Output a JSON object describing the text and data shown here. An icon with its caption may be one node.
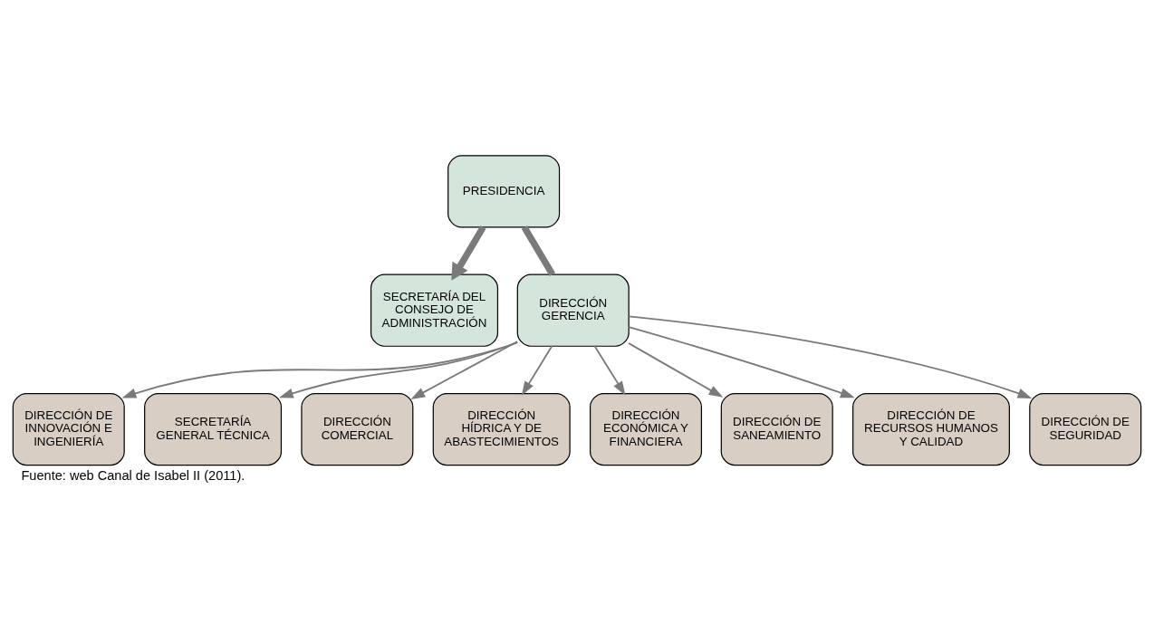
{
  "diagram": {
    "caption": "Fuente: web Canal de Isabel II (2011).",
    "nodes": [
      {
        "text": [
          "PRESIDENCIA"
        ]
      },
      {
        "text": [
          "SECRETARÍA DEL CONSEJO DE ADMINISTRACIÓN"
        ]
      },
      {
        "text": [
          "DIRECCIÓN GERENCIA"
        ]
      },
      {
        "text": [
          "DIRECCIÓN DE INNOVACIÓN E INGENIERÍA"
        ]
      },
      {
        "text": [
          "SECRETARÍA GENERAL TÉCNICA"
        ]
      },
      {
        "text": [
          "DIRECCIÓN COMERCIAL"
        ]
      },
      {
        "text": [
          "DIRECCIÓN HÍDRICA Y DE ABASTECIMIENTOS"
        ]
      },
      {
        "text": [
          "DIRECCIÓN ECONÓMICA Y FINANCIERA"
        ]
      },
      {
        "text": [
          "DIRECCIÓN DE SANEAMIENTO"
        ]
      },
      {
        "text": [
          "DIRECCIÓN DE RECURSOS HUMANOS Y CALIDAD"
        ]
      },
      {
        "text": [
          "DIRECCIÓN DE SEGURIDAD"
        ]
      }
    ],
    "edges": [
      {
        "from": 0,
        "to": 2,
        "arrow": "none",
        "style": "thick"
      },
      {
        "from": 0,
        "to": 1,
        "arrow": "to",
        "style": "thick"
      },
      {
        "from": 2,
        "to": 3,
        "arrow": "to"
      },
      {
        "from": 2,
        "to": 4,
        "arrow": "to"
      },
      {
        "from": 2,
        "to": 5,
        "arrow": "to"
      },
      {
        "from": 2,
        "to": 6,
        "arrow": "to"
      },
      {
        "from": 2,
        "to": 7,
        "arrow": "to"
      },
      {
        "from": 2,
        "to": 8,
        "arrow": "to"
      },
      {
        "from": 2,
        "to": 9,
        "arrow": "to"
      },
      {
        "from": 2,
        "to": 10,
        "arrow": "to"
      }
    ]
  }
}
